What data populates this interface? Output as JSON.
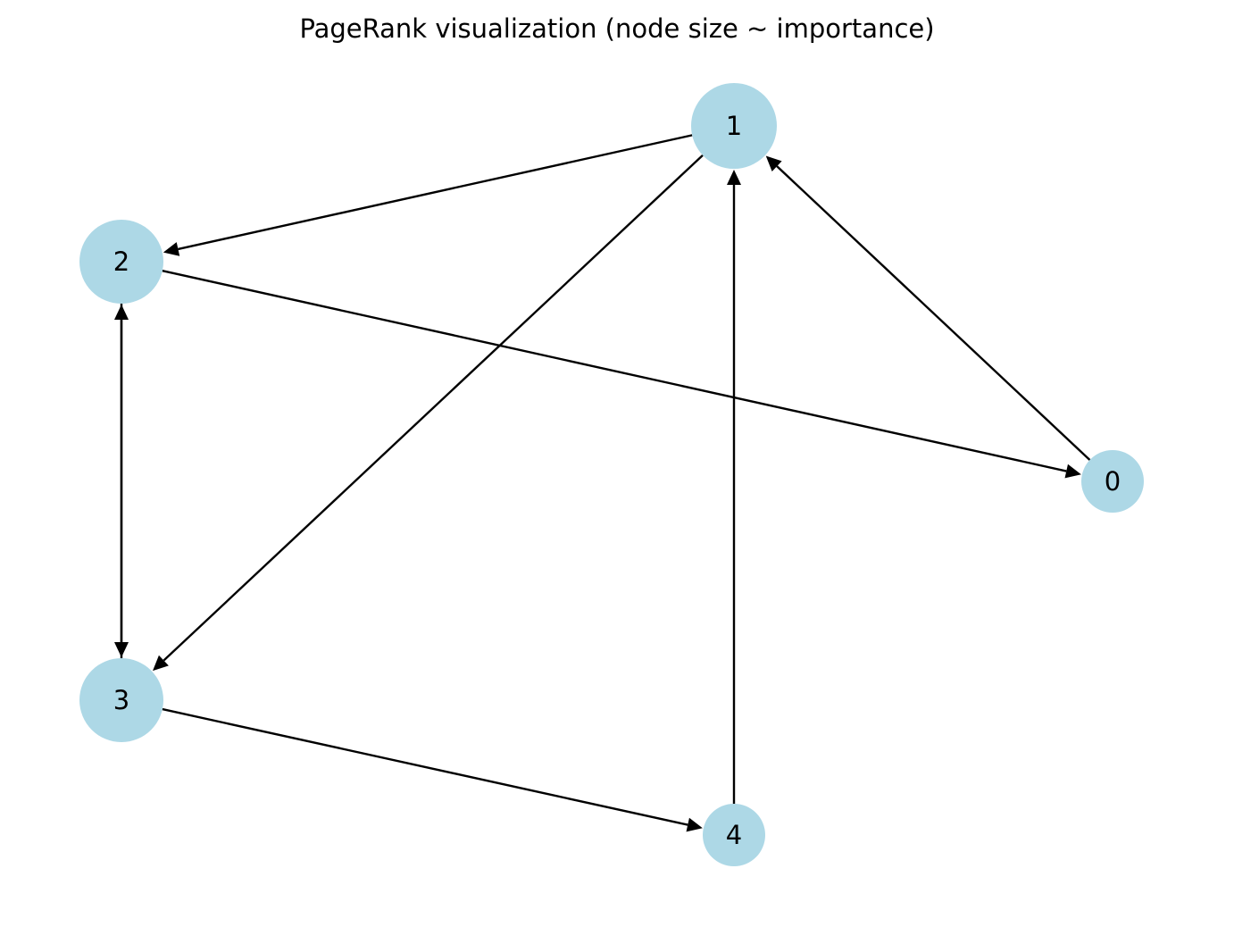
{
  "figure": {
    "title": "PageRank visualization (node size ~ importance)",
    "node_color": "#add8e6",
    "edge_color": "#000000",
    "label_color": "#000000"
  },
  "graph": {
    "directed": true,
    "nodes": [
      {
        "id": "0",
        "label": "0"
      },
      {
        "id": "1",
        "label": "1"
      },
      {
        "id": "2",
        "label": "2"
      },
      {
        "id": "3",
        "label": "3"
      },
      {
        "id": "4",
        "label": "4"
      }
    ],
    "edges": [
      {
        "source": "0",
        "target": "1"
      },
      {
        "source": "1",
        "target": "2"
      },
      {
        "source": "1",
        "target": "3"
      },
      {
        "source": "2",
        "target": "0"
      },
      {
        "source": "2",
        "target": "3"
      },
      {
        "source": "3",
        "target": "2"
      },
      {
        "source": "3",
        "target": "4"
      },
      {
        "source": "4",
        "target": "1"
      }
    ]
  }
}
